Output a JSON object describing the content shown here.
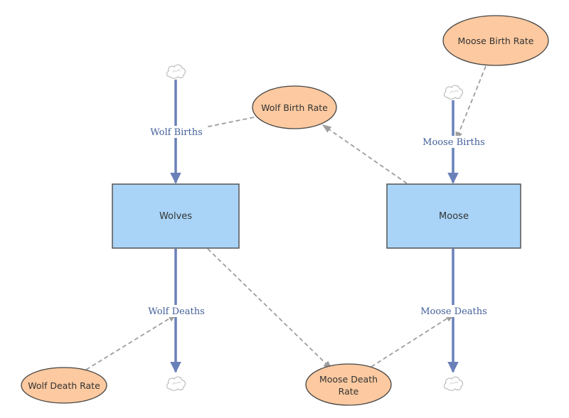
{
  "stocks": {
    "wolves": "Wolves",
    "moose": "Moose"
  },
  "flows": {
    "wolf_births": "Wolf Births",
    "wolf_deaths": "Wolf Deaths",
    "moose_births": "Moose Births",
    "moose_deaths": "Moose Deaths"
  },
  "variables": {
    "wolf_birth_rate": "Wolf Birth Rate",
    "wolf_death_rate": "Wolf Death Rate",
    "moose_birth_rate": "Moose Birth Rate",
    "moose_death_rate_line1": "Moose Death",
    "moose_death_rate_line2": "Rate"
  },
  "colors": {
    "stock_fill": "#a9d4f7",
    "stock_stroke": "#555555",
    "variable_fill": "#fcc9a0",
    "variable_stroke": "#444444",
    "flow": "#6a80b9",
    "link": "#9e9e9e",
    "cloud": "#bbbbbb"
  }
}
